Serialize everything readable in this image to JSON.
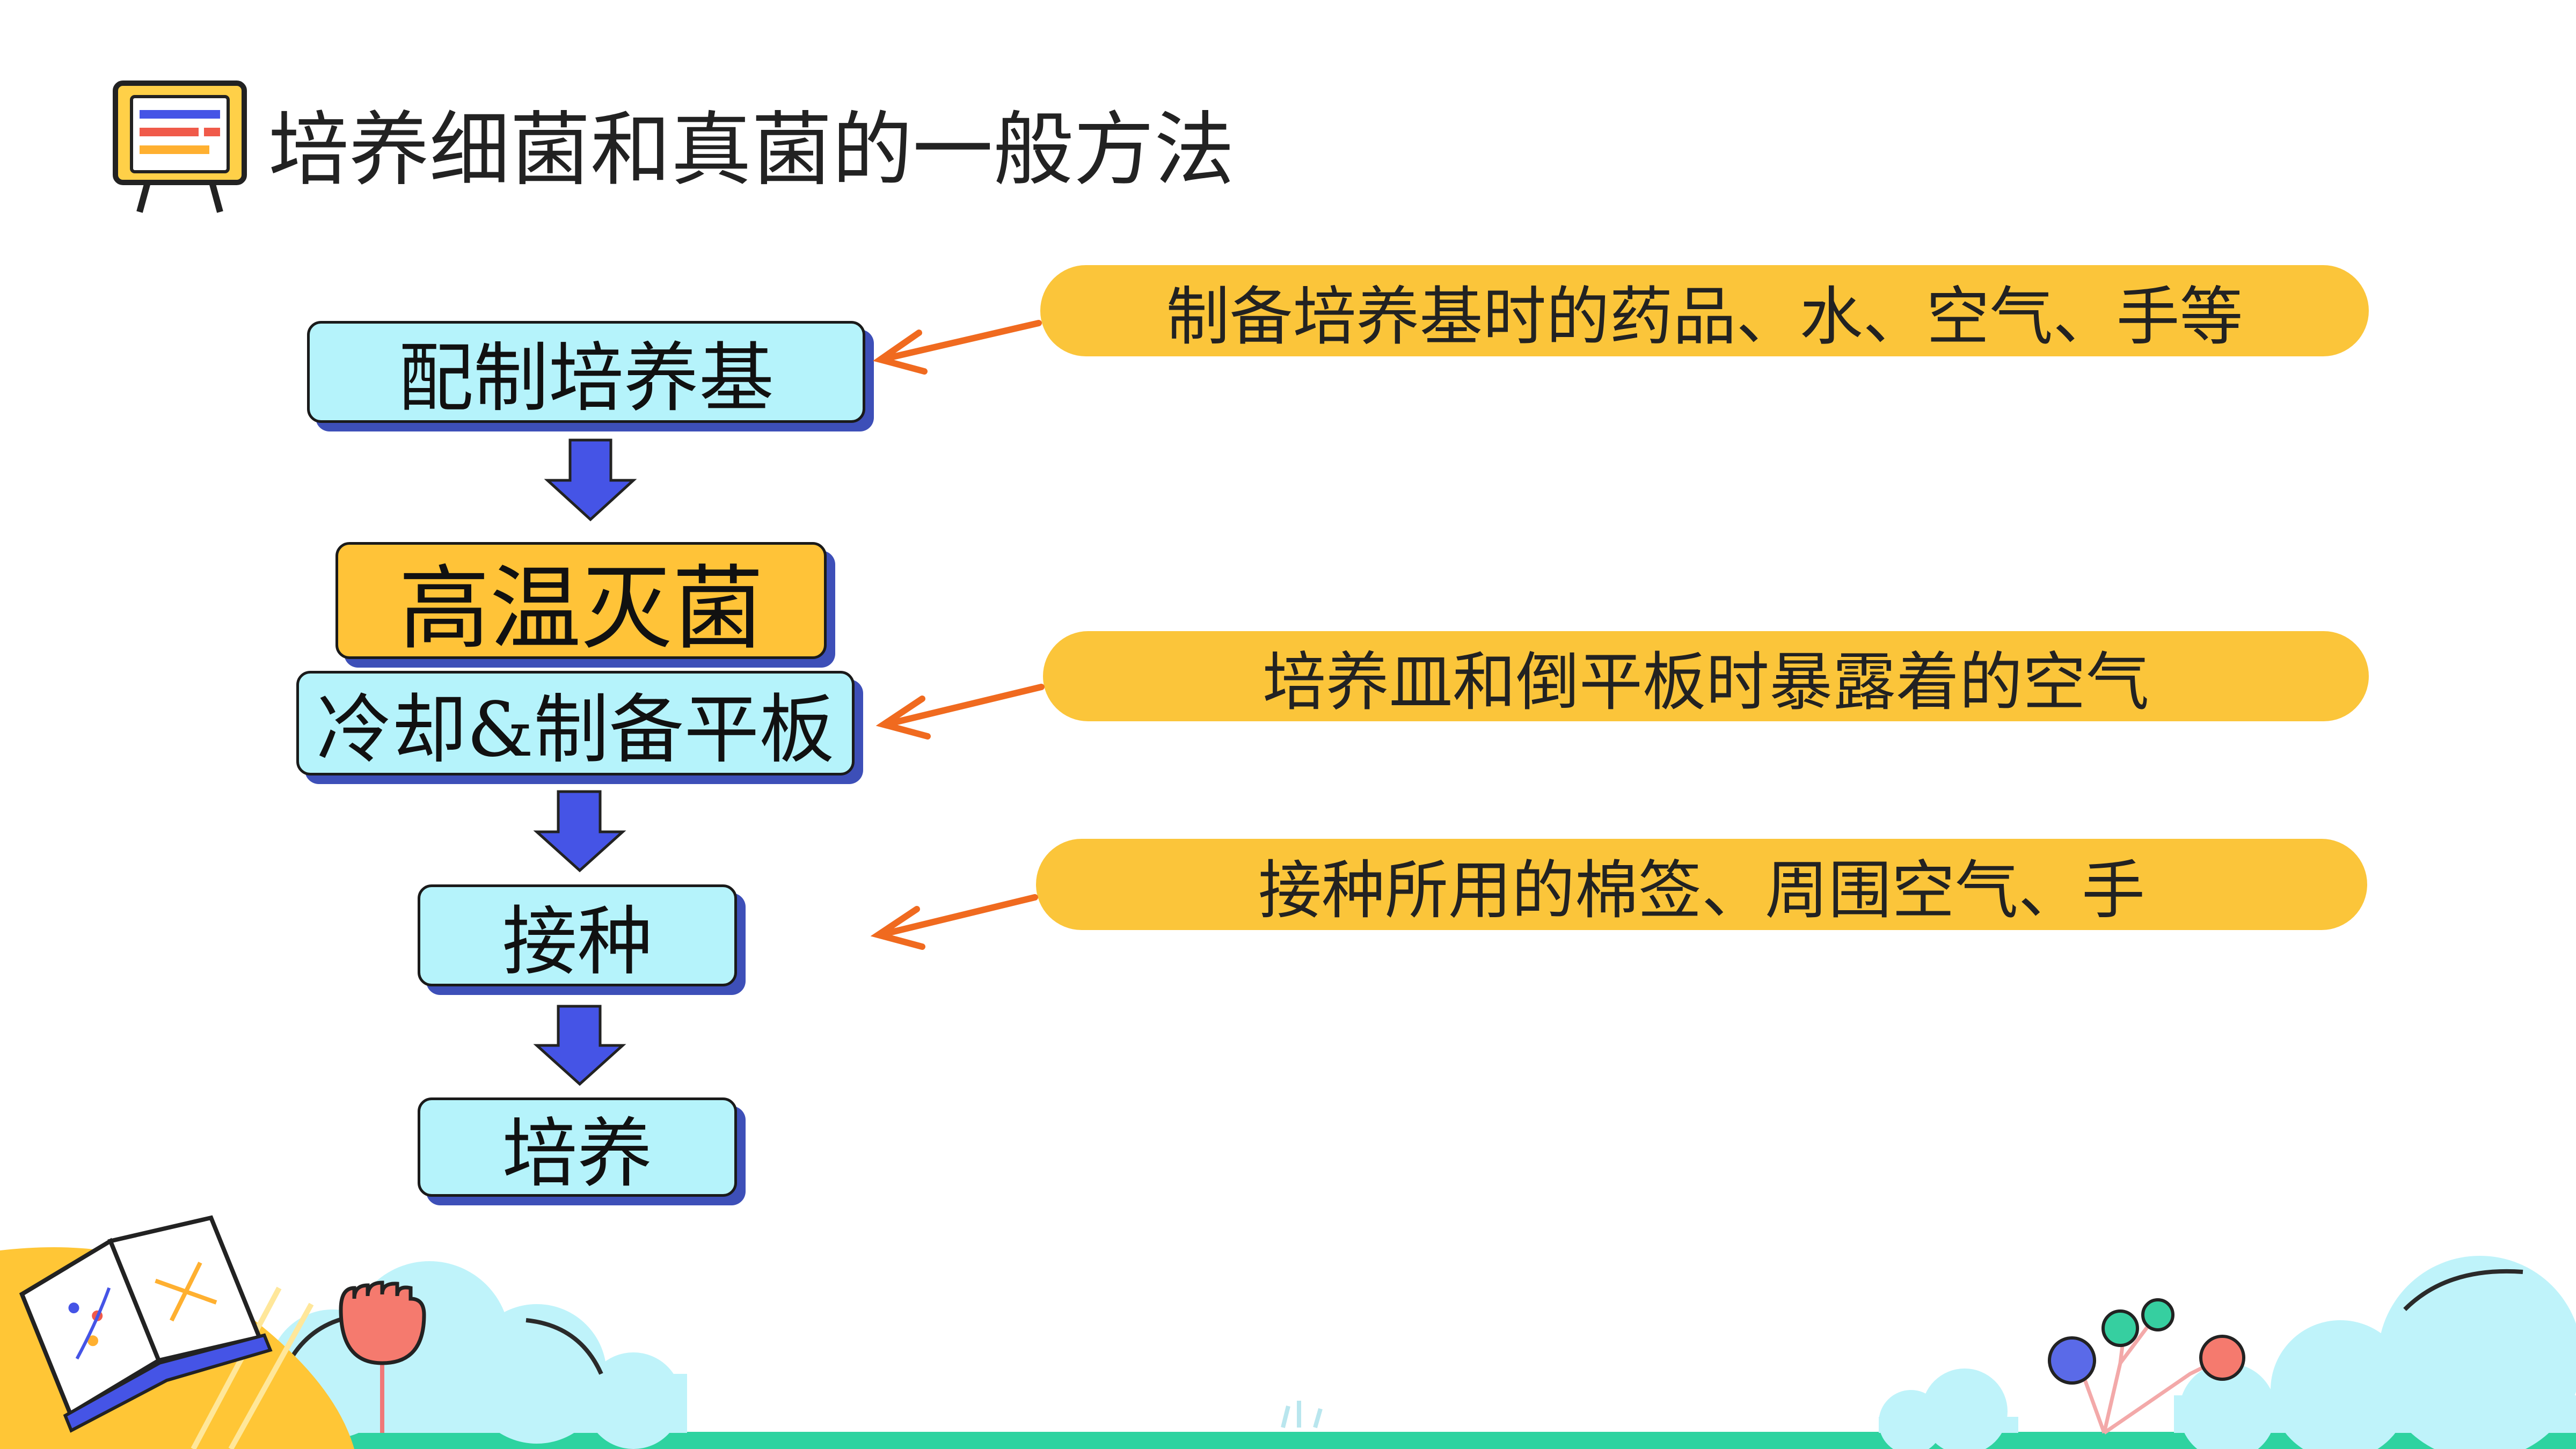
{
  "title": "培养细菌和真菌的一般方法",
  "steps": [
    {
      "label": "配制培养基"
    },
    {
      "label": "高温灭菌"
    },
    {
      "label": "冷却&制备平板"
    },
    {
      "label": "接种"
    },
    {
      "label": "培养"
    }
  ],
  "notes": [
    {
      "label": "制备培养基时的药品、水、空气、手等"
    },
    {
      "label": "培养皿和倒平板时暴露着的空气"
    },
    {
      "label": "接种所用的棉签、周围空气、手"
    }
  ],
  "icons": {
    "title": "presentation-board-icon",
    "book": "open-book-icon",
    "flower": "tulip-icon",
    "balloons": "balloon-tree-icon",
    "arrow_down": "arrow-down-icon",
    "arrow_left": "arrow-left-icon"
  },
  "colors": {
    "step_fill": "#b5f3fb",
    "highlight_fill": "#ffc338",
    "note_fill": "#fbc53a",
    "flow_arrow": "#4554e6",
    "pointer_arrow": "#f06a1f",
    "ground": "#2ed3a0"
  }
}
